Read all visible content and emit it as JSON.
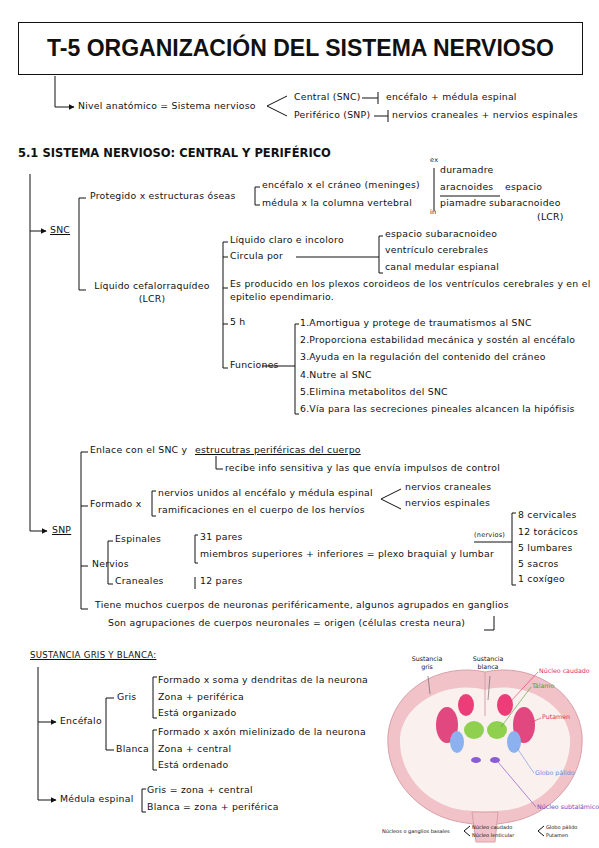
{
  "diagram": {
    "title": "T-5 ORGANIZACIÓN DEL SISTEMA NERVIOSO",
    "labels": [
      "Nivel anatómico = Sistema nervioso",
      "Central (SNC)",
      "encéfalo + médula espinal",
      "Periférico (SNP)",
      "nervios craneales + nervios espinales",
      "5.1 SISTEMA NERVIOSO: CENTRAL Y PERIFÉRICO",
      "ex",
      "duramadre",
      "aracnoides",
      "piamadre",
      "in",
      "espacio",
      "subaracnoideo",
      "(LCR)",
      "Protegido x estructuras óseas",
      "encéfalo x el cráneo (meninges)",
      "médula x la columna vertebral",
      "SNC",
      "Líquido claro e incoloro",
      "Circula por",
      "espacio subaracnoideo",
      "ventrículo cerebrales",
      "canal medular espianal",
      "Líquido cefalorraquídeo (LCR)",
      "Es producido en los plexos coroideos de los ventrículos cerebrales y en el epitelio ependimario.",
      "5 h",
      "Funciones",
      "1.Amortigua y protege de traumatismos al SNC",
      "2.Proporciona estabilidad mecánica y sostén al encéfalo",
      "3.Ayuda en la regulación del contenido del cráneo",
      "4.Nutre al SNC",
      "5.Elimina metabolitos del SNC",
      "6.Vía para las secreciones pineales alcancen la hipófisis",
      "Enlace con el SNC y",
      "estrucutras periféricas del cuerpo",
      "recibe info sensitiva y las que envía impulsos de control",
      "Formado x",
      "nervios unidos al encéfalo y médula espinal",
      "ramificaciones en el cuerpo de los hervíos",
      "nervios craneales",
      "nervios espinales",
      "SNP",
      "Espinales",
      "31 pares",
      "(nervios)",
      "miembros superiores + inferiores = plexo braquial y lumbar",
      "8 cervicales",
      "12 torácicos",
      "5 lumbares",
      "5 sacros",
      "1 coxígeo",
      "Nervios",
      "Craneales",
      "12 pares",
      "Tiene muchos cuerpos de neuronas periféricamente, algunos agrupados en ganglios",
      "Son agrupaciones de cuerpos neuronales = origen (células cresta neura)",
      "SUSTANCIA GRIS Y BLANCA:",
      "Formado x soma y dendritas de la neurona",
      "Zona + periférica",
      "Está organizado",
      "Gris",
      "Encéfalo",
      "Formado x axón mielinizado de la neurona",
      "Zona + central",
      "Está ordenado",
      "Blanca",
      "Gris = zona + central",
      "Blanca = zona + periférica",
      "Médula espinal",
      "Sustancia gris",
      "Sustancia blanca",
      "Núcleo caudado",
      "Tálamo",
      "Putamen",
      "Globo pálido",
      "Núcleo subtalámico",
      "Núcleos o ganglios basales",
      "Núcleo caudado",
      "Núcleo lenticular",
      "Globo pálido",
      "Putamen"
    ]
  }
}
